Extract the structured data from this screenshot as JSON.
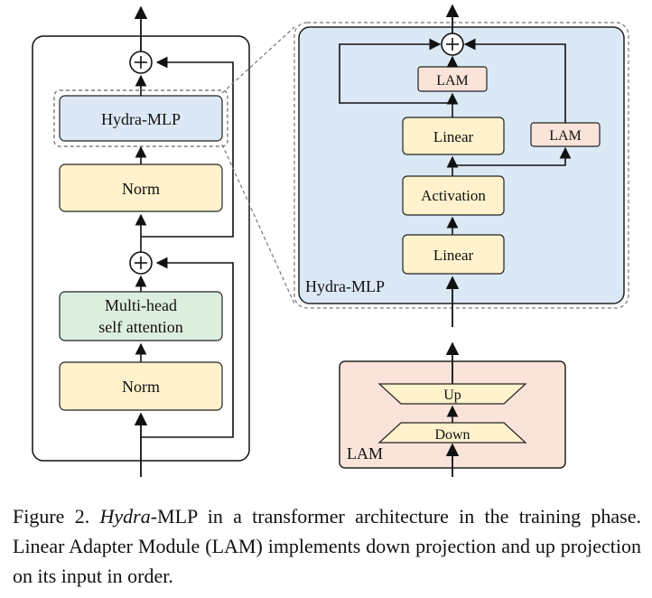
{
  "blocks": {
    "hydra_mlp": "Hydra-MLP",
    "norm_top": "Norm",
    "attention_line1": "Multi-head",
    "attention_line2": "self attention",
    "norm_bottom": "Norm",
    "lam_top": "LAM",
    "linear_top": "Linear",
    "lam_side": "LAM",
    "activation": "Activation",
    "linear_bottom": "Linear",
    "hydra_mlp_panel_label": "Hydra-MLP",
    "up": "Up",
    "down": "Down",
    "lam_panel_label": "LAM"
  },
  "caption": {
    "label": "Figure 2.",
    "emphasis": "Hydra",
    "text": "-MLP in a transformer architecture in the training phase. Linear Adapter Module (LAM) implements down projection and up projection on its input in order."
  },
  "colors": {
    "hydra_blue": "#dce8f5",
    "norm_yellow": "#fff2cc",
    "attention_green": "#dceedd",
    "lam_pink": "#fae3d9",
    "panel_blue": "#dbe8f5"
  }
}
